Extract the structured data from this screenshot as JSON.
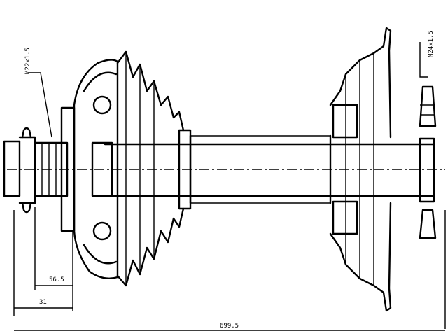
{
  "annotations": {
    "left_spec": "M22x1.5",
    "right_spec": "M24x1.5",
    "dim_small": "56.5",
    "dim_mid": "31",
    "dim_total": "699.5"
  }
}
